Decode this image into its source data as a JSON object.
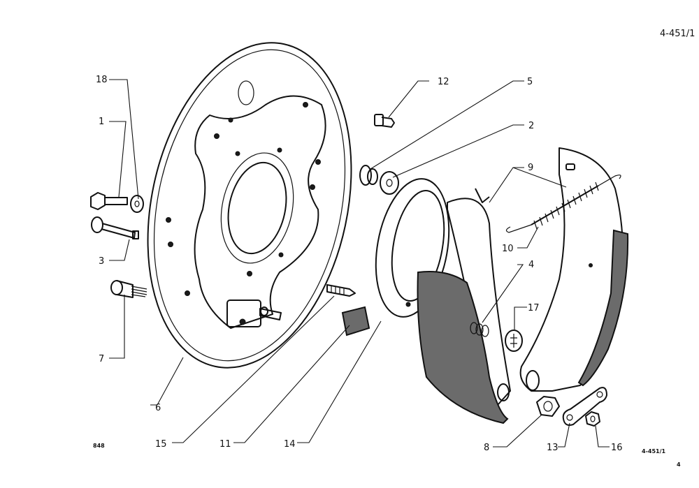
{
  "header": {
    "sheet_ref": "4-451/1"
  },
  "footer": {
    "left_code": "848",
    "right_ref": "4-451/1",
    "page_number": "4"
  },
  "callouts": {
    "c1": "1",
    "c2": "2",
    "c3": "3",
    "c4": "4",
    "c5": "5",
    "c6": "6",
    "c7": "7",
    "c8": "8",
    "c9": "9",
    "c10": "10",
    "c11": "11",
    "c12": "12",
    "c13": "13",
    "c14": "14",
    "c15": "15",
    "c16": "16",
    "c17": "17",
    "c18": "18"
  }
}
